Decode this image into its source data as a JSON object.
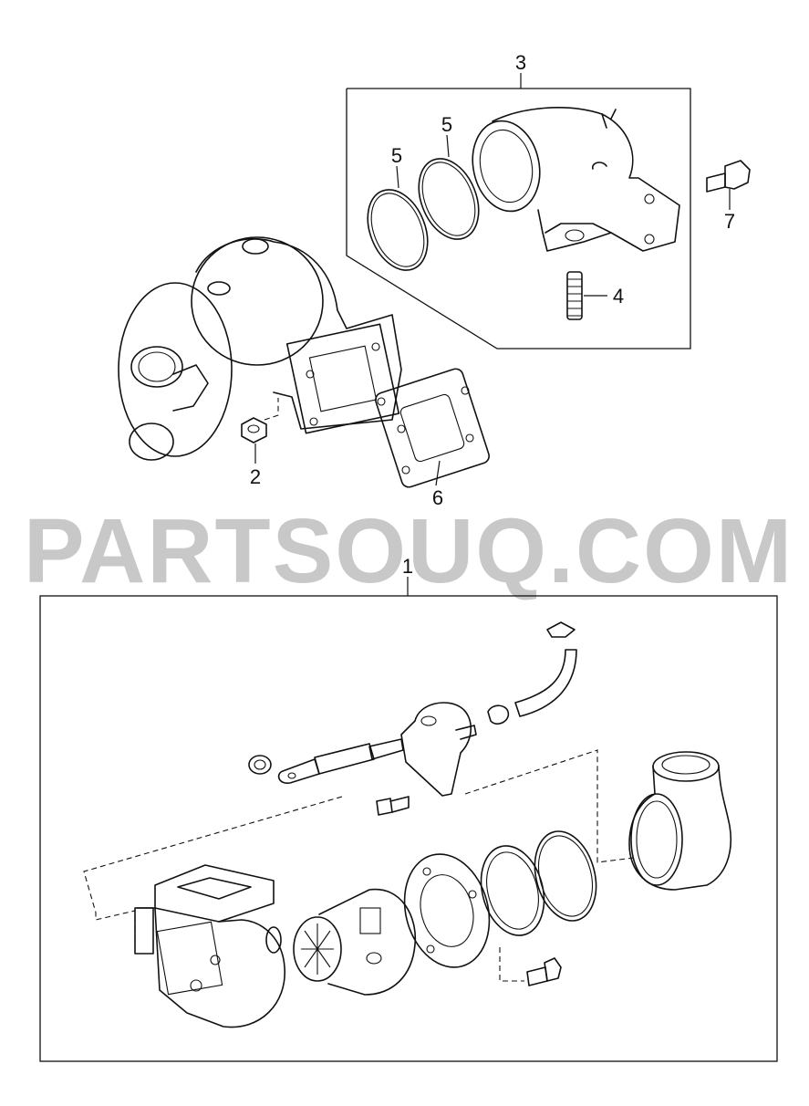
{
  "watermark": "PARTSOUQ.COM",
  "callouts": {
    "c1": "1",
    "c2": "2",
    "c3": "3",
    "c4": "4",
    "c5a": "5",
    "c5b": "5",
    "c6": "6",
    "c7": "7"
  }
}
